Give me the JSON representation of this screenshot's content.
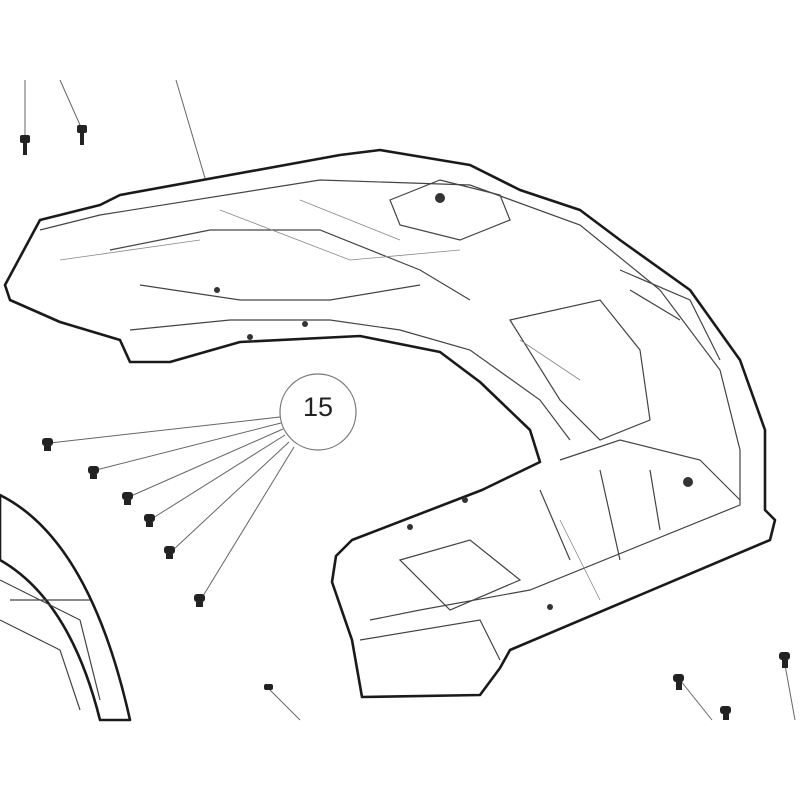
{
  "diagram": {
    "callouts": [
      {
        "label": "15",
        "refers_to": "screws",
        "count": 6
      }
    ],
    "colors": {
      "line": "#1a1a1a",
      "background": "#ffffff"
    }
  }
}
